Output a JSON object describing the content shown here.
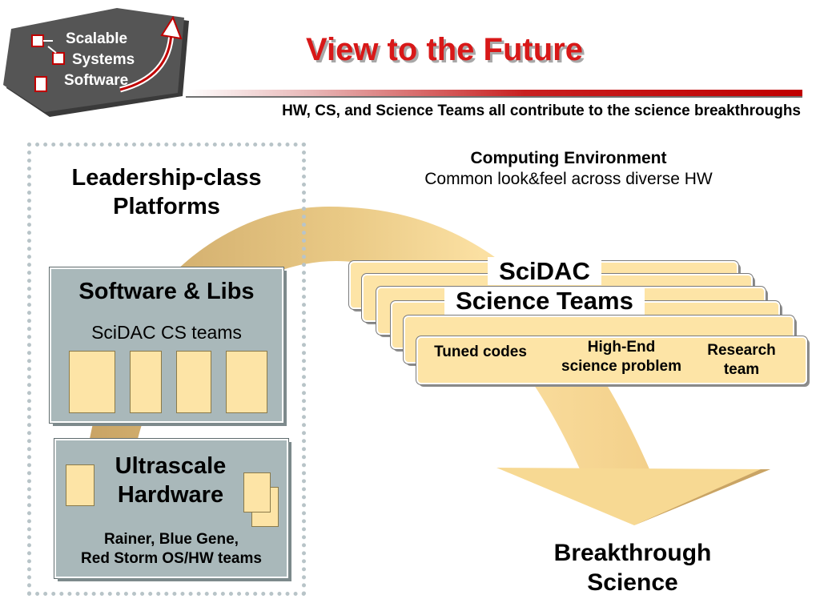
{
  "logo": {
    "line1": "Scalable",
    "line2": "Systems",
    "line3": "Software"
  },
  "title": "View to the Future",
  "subtitle": "HW, CS, and Science Teams all contribute to the science breakthroughs",
  "leadership": {
    "line1": "Leadership-class",
    "line2": "Platforms"
  },
  "software_libs": {
    "title": "Software & Libs",
    "subtitle": "SciDAC CS teams"
  },
  "hardware": {
    "line1": "Ultrascale",
    "line2": "Hardware",
    "teams_line1": "Rainer, Blue Gene,",
    "teams_line2": "Red Storm OS/HW teams"
  },
  "computing_environment": {
    "title": "Computing Environment",
    "subtitle": "Common look&feel across diverse HW"
  },
  "scidac_teams": {
    "line1": "SciDAC",
    "line2": "Science Teams",
    "items": [
      {
        "line1": "Tuned codes"
      },
      {
        "line1": "High-End",
        "line2": "science problem"
      },
      {
        "line1": "Research",
        "line2": "team"
      }
    ]
  },
  "breakthrough": {
    "line1": "Breakthrough",
    "line2": "Science"
  },
  "colors": {
    "title_red": "#d81818",
    "box_gray": "#a9b8ba",
    "tan": "#fde4a6",
    "arrow_tan": "#f6d690",
    "arrow_dark": "#c8a464"
  }
}
